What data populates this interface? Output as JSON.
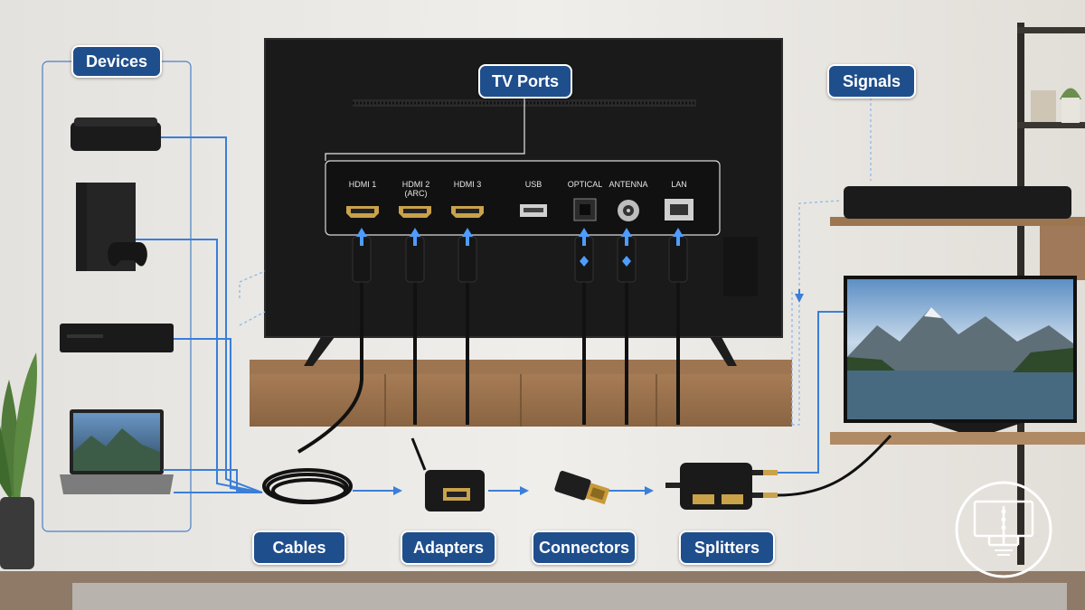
{
  "labels": {
    "devices": "Devices",
    "tv_ports": "TV Ports",
    "signals": "Signals",
    "cables": "Cables",
    "adapters": "Adapters",
    "connectors": "Connectors",
    "splitters": "Splitters"
  },
  "ports": [
    {
      "label": "HDMI 1"
    },
    {
      "label": "HDMI 2 (ARC)"
    },
    {
      "label": "HDMI 3"
    },
    {
      "label": "USB"
    },
    {
      "label": "OPTICAL"
    },
    {
      "label": "ANTENNA"
    },
    {
      "label": "LAN"
    }
  ],
  "colors": {
    "accent": "#1f4e8c",
    "signal": "#3a7fd8"
  },
  "icons": {
    "corner": "network-diagram-icon"
  }
}
